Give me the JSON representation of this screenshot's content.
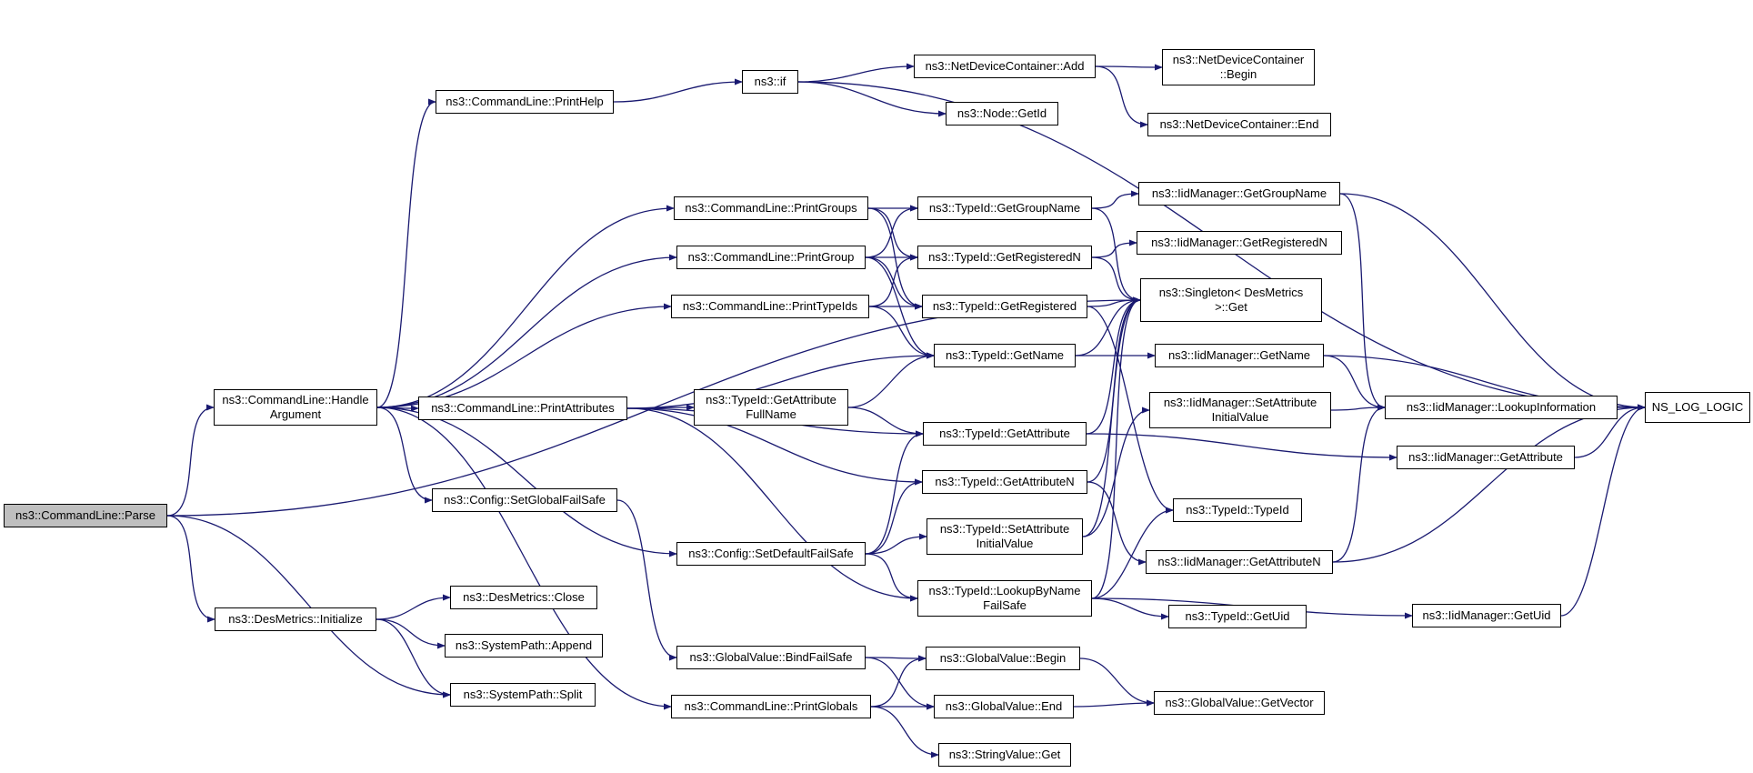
{
  "graph": {
    "colors": {
      "edge": "#191970",
      "root_fill": "#bfbfbf",
      "node_border": "#000000"
    },
    "nodes": [
      {
        "id": "parse",
        "lines": [
          "ns3::CommandLine::Parse"
        ],
        "root": true
      },
      {
        "id": "handle",
        "lines": [
          "ns3::CommandLine::Handle",
          "Argument"
        ]
      },
      {
        "id": "desinit",
        "lines": [
          "ns3::DesMetrics::Initialize"
        ]
      },
      {
        "id": "printhelp",
        "lines": [
          "ns3::CommandLine::PrintHelp"
        ]
      },
      {
        "id": "if",
        "lines": [
          "ns3::if"
        ]
      },
      {
        "id": "ndcadd",
        "lines": [
          "ns3::NetDeviceContainer::Add"
        ]
      },
      {
        "id": "ndcbegin",
        "lines": [
          "ns3::NetDeviceContainer",
          "::Begin"
        ]
      },
      {
        "id": "nodegetid",
        "lines": [
          "ns3::Node::GetId"
        ]
      },
      {
        "id": "ndcend",
        "lines": [
          "ns3::NetDeviceContainer::End"
        ]
      },
      {
        "id": "printgroups",
        "lines": [
          "ns3::CommandLine::PrintGroups"
        ]
      },
      {
        "id": "printgroup",
        "lines": [
          "ns3::CommandLine::PrintGroup"
        ]
      },
      {
        "id": "printtypeids",
        "lines": [
          "ns3::CommandLine::PrintTypeIds"
        ]
      },
      {
        "id": "printattrs",
        "lines": [
          "ns3::CommandLine::PrintAttributes"
        ]
      },
      {
        "id": "setglobalfs",
        "lines": [
          "ns3::Config::SetGlobalFailSafe"
        ]
      },
      {
        "id": "setdefaultfs",
        "lines": [
          "ns3::Config::SetDefaultFailSafe"
        ]
      },
      {
        "id": "bindfs",
        "lines": [
          "ns3::GlobalValue::BindFailSafe"
        ]
      },
      {
        "id": "printglobals",
        "lines": [
          "ns3::CommandLine::PrintGlobals"
        ]
      },
      {
        "id": "desclose",
        "lines": [
          "ns3::DesMetrics::Close"
        ]
      },
      {
        "id": "spappend",
        "lines": [
          "ns3::SystemPath::Append"
        ]
      },
      {
        "id": "spsplit",
        "lines": [
          "ns3::SystemPath::Split"
        ]
      },
      {
        "id": "tgetgroupname",
        "lines": [
          "ns3::TypeId::GetGroupName"
        ]
      },
      {
        "id": "tgetregn",
        "lines": [
          "ns3::TypeId::GetRegisteredN"
        ]
      },
      {
        "id": "tgetreg",
        "lines": [
          "ns3::TypeId::GetRegistered"
        ]
      },
      {
        "id": "tgetname",
        "lines": [
          "ns3::TypeId::GetName"
        ]
      },
      {
        "id": "tgetattrfull",
        "lines": [
          "ns3::TypeId::GetAttribute",
          "FullName"
        ]
      },
      {
        "id": "tgetattr",
        "lines": [
          "ns3::TypeId::GetAttribute"
        ]
      },
      {
        "id": "tgetattrn",
        "lines": [
          "ns3::TypeId::GetAttributeN"
        ]
      },
      {
        "id": "tsetattrinit",
        "lines": [
          "ns3::TypeId::SetAttribute",
          "InitialValue"
        ]
      },
      {
        "id": "tlookupfs",
        "lines": [
          "ns3::TypeId::LookupByName",
          "FailSafe"
        ]
      },
      {
        "id": "gvbegin",
        "lines": [
          "ns3::GlobalValue::Begin"
        ]
      },
      {
        "id": "gvend",
        "lines": [
          "ns3::GlobalValue::End"
        ]
      },
      {
        "id": "svget",
        "lines": [
          "ns3::StringValue::Get"
        ]
      },
      {
        "id": "singleton",
        "lines": [
          "ns3::Singleton< DesMetrics",
          ">::Get"
        ]
      },
      {
        "id": "iidgetgroupname",
        "lines": [
          "ns3::IidManager::GetGroupName"
        ]
      },
      {
        "id": "iidgetregn",
        "lines": [
          "ns3::IidManager::GetRegisteredN"
        ]
      },
      {
        "id": "iidgetname",
        "lines": [
          "ns3::IidManager::GetName"
        ]
      },
      {
        "id": "iidsetattrinit",
        "lines": [
          "ns3::IidManager::SetAttribute",
          "InitialValue"
        ]
      },
      {
        "id": "iidgetattrn",
        "lines": [
          "ns3::IidManager::GetAttributeN"
        ]
      },
      {
        "id": "ttypeid",
        "lines": [
          "ns3::TypeId::TypeId"
        ]
      },
      {
        "id": "tgetuid",
        "lines": [
          "ns3::TypeId::GetUid"
        ]
      },
      {
        "id": "gvgetvector",
        "lines": [
          "ns3::GlobalValue::GetVector"
        ]
      },
      {
        "id": "iidlookup",
        "lines": [
          "ns3::IidManager::LookupInformation"
        ]
      },
      {
        "id": "iidgetattr",
        "lines": [
          "ns3::IidManager::GetAttribute"
        ]
      },
      {
        "id": "iidgetuid",
        "lines": [
          "ns3::IidManager::GetUid"
        ]
      },
      {
        "id": "nslog",
        "lines": [
          "NS_LOG_LOGIC"
        ]
      }
    ],
    "edges": [
      [
        "parse",
        "handle"
      ],
      [
        "parse",
        "desinit"
      ],
      [
        "parse",
        "spsplit"
      ],
      [
        "parse",
        "singleton"
      ],
      [
        "handle",
        "printhelp"
      ],
      [
        "handle",
        "printgroups"
      ],
      [
        "handle",
        "printgroup"
      ],
      [
        "handle",
        "printtypeids"
      ],
      [
        "handle",
        "printattrs"
      ],
      [
        "handle",
        "setglobalfs"
      ],
      [
        "handle",
        "setdefaultfs"
      ],
      [
        "handle",
        "printglobals"
      ],
      [
        "desinit",
        "desclose"
      ],
      [
        "desinit",
        "spappend"
      ],
      [
        "desinit",
        "spsplit"
      ],
      [
        "printhelp",
        "if"
      ],
      [
        "if",
        "ndcadd"
      ],
      [
        "if",
        "nodegetid"
      ],
      [
        "if",
        "nslog"
      ],
      [
        "ndcadd",
        "ndcbegin"
      ],
      [
        "ndcadd",
        "ndcend"
      ],
      [
        "printgroups",
        "tgetgroupname"
      ],
      [
        "printgroups",
        "tgetregn"
      ],
      [
        "printgroups",
        "tgetreg"
      ],
      [
        "printgroup",
        "tgetgroupname"
      ],
      [
        "printgroup",
        "tgetregn"
      ],
      [
        "printgroup",
        "tgetreg"
      ],
      [
        "printgroup",
        "tgetname"
      ],
      [
        "printtypeids",
        "tgetregn"
      ],
      [
        "printtypeids",
        "tgetreg"
      ],
      [
        "printtypeids",
        "tgetname"
      ],
      [
        "printattrs",
        "tgetname"
      ],
      [
        "printattrs",
        "tgetattrfull"
      ],
      [
        "printattrs",
        "tgetattr"
      ],
      [
        "printattrs",
        "tgetattrn"
      ],
      [
        "printattrs",
        "tlookupfs"
      ],
      [
        "tgetattrfull",
        "tgetname"
      ],
      [
        "tgetattrfull",
        "tgetattr"
      ],
      [
        "setglobalfs",
        "bindfs"
      ],
      [
        "setdefaultfs",
        "tgetattr"
      ],
      [
        "setdefaultfs",
        "tgetattrn"
      ],
      [
        "setdefaultfs",
        "tsetattrinit"
      ],
      [
        "setdefaultfs",
        "tlookupfs"
      ],
      [
        "bindfs",
        "gvbegin"
      ],
      [
        "bindfs",
        "gvend"
      ],
      [
        "printglobals",
        "gvbegin"
      ],
      [
        "printglobals",
        "gvend"
      ],
      [
        "printglobals",
        "svget"
      ],
      [
        "tgetgroupname",
        "singleton"
      ],
      [
        "tgetgroupname",
        "iidgetgroupname"
      ],
      [
        "tgetregn",
        "singleton"
      ],
      [
        "tgetregn",
        "iidgetregn"
      ],
      [
        "tgetreg",
        "singleton"
      ],
      [
        "tgetreg",
        "ttypeid"
      ],
      [
        "tgetname",
        "singleton"
      ],
      [
        "tgetname",
        "iidgetname"
      ],
      [
        "tgetattr",
        "singleton"
      ],
      [
        "tgetattr",
        "iidgetattr"
      ],
      [
        "tgetattrn",
        "singleton"
      ],
      [
        "tgetattrn",
        "iidgetattrn"
      ],
      [
        "tsetattrinit",
        "singleton"
      ],
      [
        "tsetattrinit",
        "iidsetattrinit"
      ],
      [
        "tlookupfs",
        "singleton"
      ],
      [
        "tlookupfs",
        "ttypeid"
      ],
      [
        "tlookupfs",
        "tgetuid"
      ],
      [
        "tlookupfs",
        "iidgetuid"
      ],
      [
        "gvbegin",
        "gvgetvector"
      ],
      [
        "gvend",
        "gvgetvector"
      ],
      [
        "iidgetgroupname",
        "iidlookup"
      ],
      [
        "iidgetgroupname",
        "nslog"
      ],
      [
        "iidgetname",
        "iidlookup"
      ],
      [
        "iidgetname",
        "nslog"
      ],
      [
        "iidsetattrinit",
        "iidlookup"
      ],
      [
        "iidgetattrn",
        "iidlookup"
      ],
      [
        "iidgetattrn",
        "nslog"
      ],
      [
        "iidlookup",
        "nslog"
      ],
      [
        "iidgetattr",
        "nslog"
      ],
      [
        "iidgetuid",
        "nslog"
      ]
    ]
  }
}
